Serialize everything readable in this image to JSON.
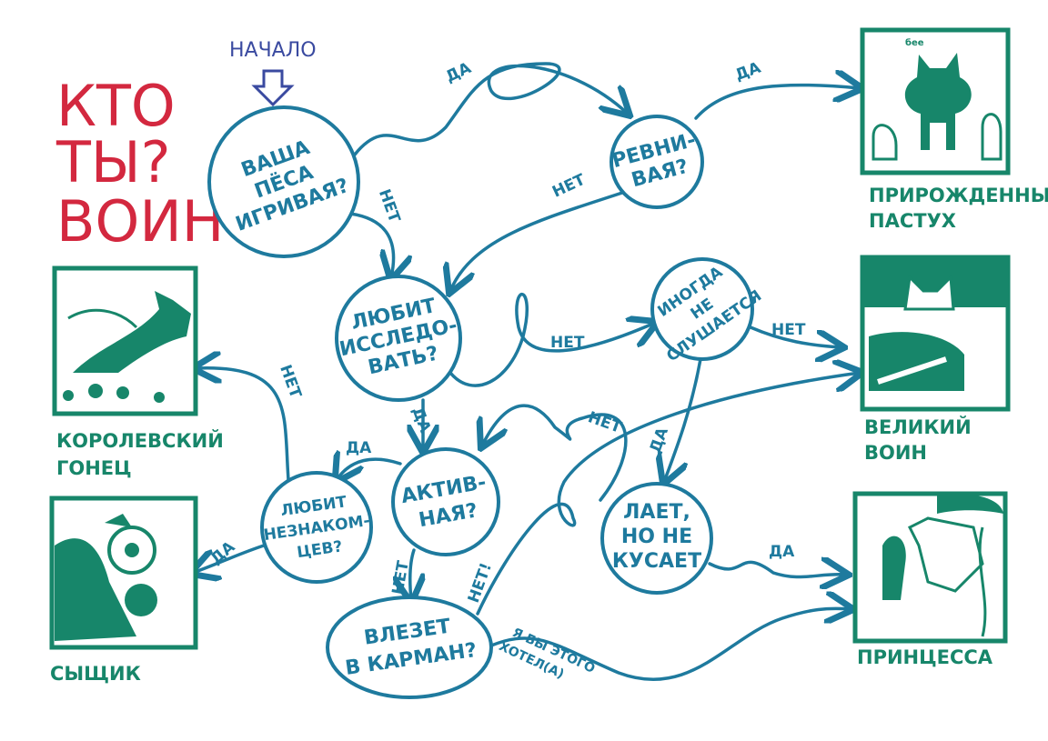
{
  "title": {
    "line1": "КТО",
    "line2": "ТЫ?",
    "line3": "ВОИН"
  },
  "start_label": "НАЧАЛО",
  "colors": {
    "blue": "#1e7a9e",
    "green": "#17866a",
    "red": "#d3283f",
    "start": "#3a4aa0"
  },
  "questions": {
    "playful": [
      "ВАША",
      "ПЁСА",
      "ИГРИВАЯ?"
    ],
    "jealous": [
      "РЕВНИ-",
      "ВАЯ?"
    ],
    "explore": [
      "ЛЮБИТ",
      "ИССЛЕДО-",
      "ВАТЬ?"
    ],
    "disobey": [
      "ИНОГДА",
      "НЕ",
      "СЛУШАЕТСЯ"
    ],
    "active": [
      "АКТИВ-",
      "НАЯ?"
    ],
    "strangers": [
      "ЛЮБИТ",
      "НЕЗНАКОМ-",
      "ЦЕВ?"
    ],
    "barks": [
      "ЛАЕТ,",
      "НО НЕ",
      "КУСАЕТ"
    ],
    "pocket": [
      "ВЛЕЗЕТ",
      "В КАРМАН?"
    ]
  },
  "edge_labels": {
    "playful_yes": "ДА",
    "playful_no": "НЕТ",
    "jealous_yes": "ДА",
    "jealous_no": "НЕТ",
    "explore_no": "НЕТ",
    "explore_yes": "ДА",
    "disobey_no": "НЕТ",
    "disobey_yes": "ДА",
    "active_yes": "ДА",
    "active_no": "НЕТ",
    "strangers_no": "НЕТ",
    "strangers_yes": "ДА",
    "barks_no": "НЕТ",
    "barks_yes": "ДА",
    "pocket_no": "НЕТ!",
    "pocket_wish": [
      "Я БЫ ЭТОГО",
      "ХОТЕЛ(А)"
    ]
  },
  "results": {
    "herder": {
      "label": [
        "ПРИРОЖДЕННЫЙ",
        "ПАСТУХ"
      ],
      "sound": "бее"
    },
    "warrior": {
      "label": [
        "ВЕЛИКИЙ",
        "ВОИН"
      ]
    },
    "princess": {
      "label": [
        "ПРИНЦЕССА"
      ]
    },
    "messenger": {
      "label": [
        "КОРОЛЕВСКИЙ",
        "ГОНЕЦ"
      ]
    },
    "detective": {
      "label": [
        "СЫЩИК"
      ]
    }
  }
}
